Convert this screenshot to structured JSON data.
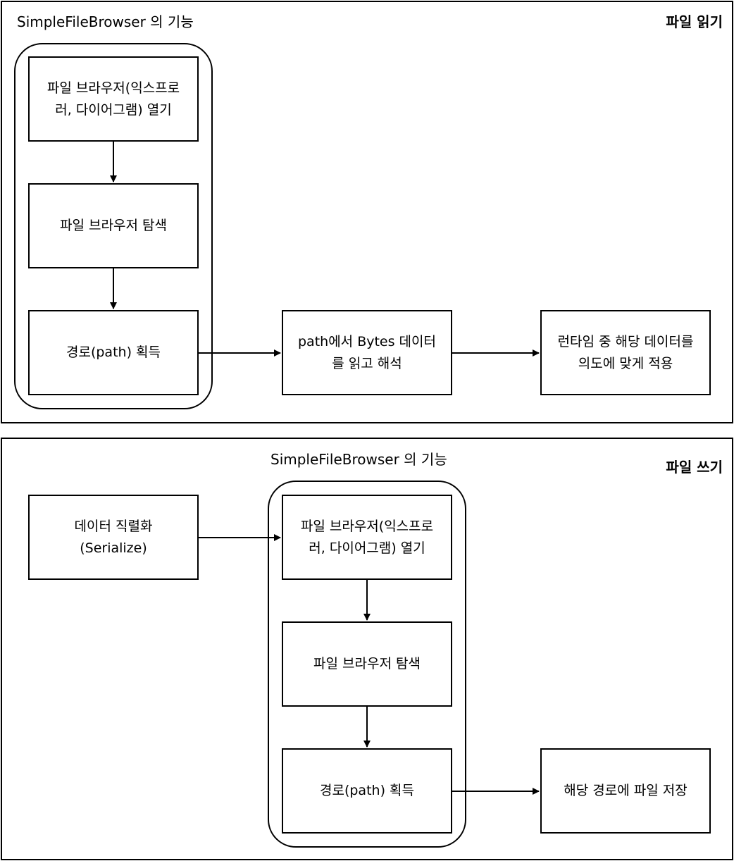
{
  "read_panel": {
    "title": "파일 읽기",
    "group_label": "SimpleFileBrowser 의 기능",
    "steps": {
      "open_browser": "파일 브라우저(익스프로\n러, 다이어그램) 열기",
      "explore": "파일 브라우저 탐색",
      "get_path": "경로(path) 획득",
      "read_bytes": "path에서 Bytes 데이터\n를 읽고 해석",
      "apply_runtime": "런타임 중 해당 데이터를\n의도에 맞게 적용"
    }
  },
  "write_panel": {
    "title": "파일 쓰기",
    "group_label": "SimpleFileBrowser 의 기능",
    "steps": {
      "serialize": "데이터 직렬화\n(Serialize)",
      "open_browser": "파일 브라우저(익스프로\n러, 다이어그램) 열기",
      "explore": "파일 브라우저 탐색",
      "get_path": "경로(path) 획득",
      "save_file": "해당 경로에 파일 저장"
    }
  }
}
